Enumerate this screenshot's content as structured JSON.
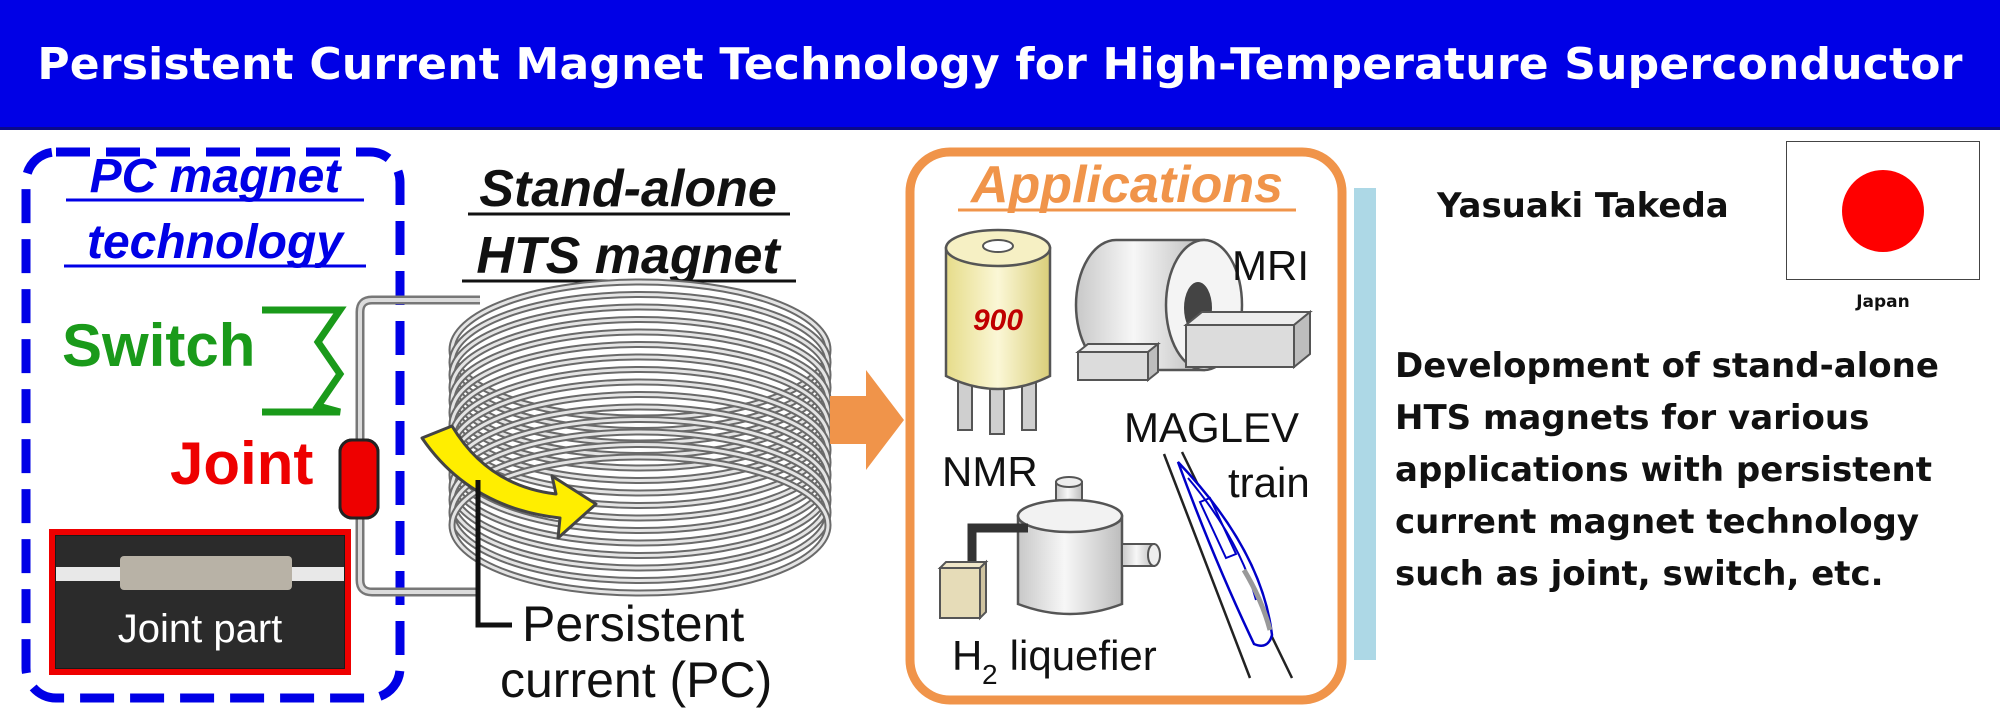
{
  "header": {
    "title": "Persistent Current Magnet Technology for High-Temperature Superconductor (HTS)",
    "background": "#0000e6"
  },
  "pc_box": {
    "heading_line1": "PC magnet",
    "heading_line2": "technology",
    "switch_label": "Switch",
    "joint_label": "Joint",
    "photo_caption": "Joint part",
    "border_color": "#0000e6"
  },
  "coil": {
    "heading_line1": "Stand-alone",
    "heading_line2": "HTS magnet",
    "pc_label_line1": "Persistent",
    "pc_label_line2": "current (PC)"
  },
  "applications": {
    "heading": "Applications",
    "border_color": "#f0944a",
    "nmr_value": "900",
    "nmr_label": "NMR",
    "mri_label": "MRI",
    "maglev_line1": "MAGLEV",
    "maglev_line2": "train",
    "h2_symbol": "H",
    "h2_subscript": "2",
    "h2_rest": " liquefier"
  },
  "author": {
    "name": "Yasuaki Takeda",
    "flag_caption": "Japan"
  },
  "summary": {
    "line1": "Development of stand-alone",
    "line2": "HTS magnets for various",
    "line3": "applications with persistent",
    "line4": "current magnet technology",
    "line5": "such as joint, switch, etc."
  }
}
